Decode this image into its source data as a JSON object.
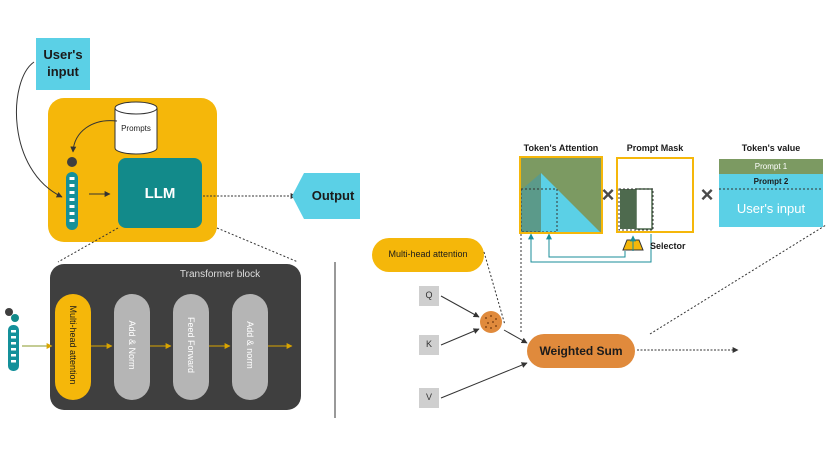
{
  "left": {
    "user_input": "User's\ninput",
    "prompts": "Prompts",
    "llm": "LLM",
    "output": "Output",
    "transformer_title": "Transformer block",
    "blocks": [
      "Multi-head attention",
      "Add & Norm",
      "Feed Forward",
      "Add & norm"
    ]
  },
  "right": {
    "mha": "Multi-head attention",
    "q": "Q",
    "k": "K",
    "v": "V",
    "weighted_sum": "Weighted Sum",
    "tokens_attention": "Token's Attention",
    "prompt_mask": "Prompt Mask",
    "tokens_value": "Token's value",
    "prompt1": "Prompt 1",
    "prompt2": "Prompt 2",
    "users_input": "User's input",
    "selector": "Selector",
    "times": "×"
  },
  "colors": {
    "yellow": "#f5b70a",
    "teal_dark": "#128a8a",
    "teal_light": "#5bd0e6",
    "dark_gray": "#3f3f3f",
    "gray_block": "#b5b5b5",
    "orange": "#e08a3c",
    "olive_green": "#7c9a62",
    "dotted_line": "#2a2a2a"
  }
}
